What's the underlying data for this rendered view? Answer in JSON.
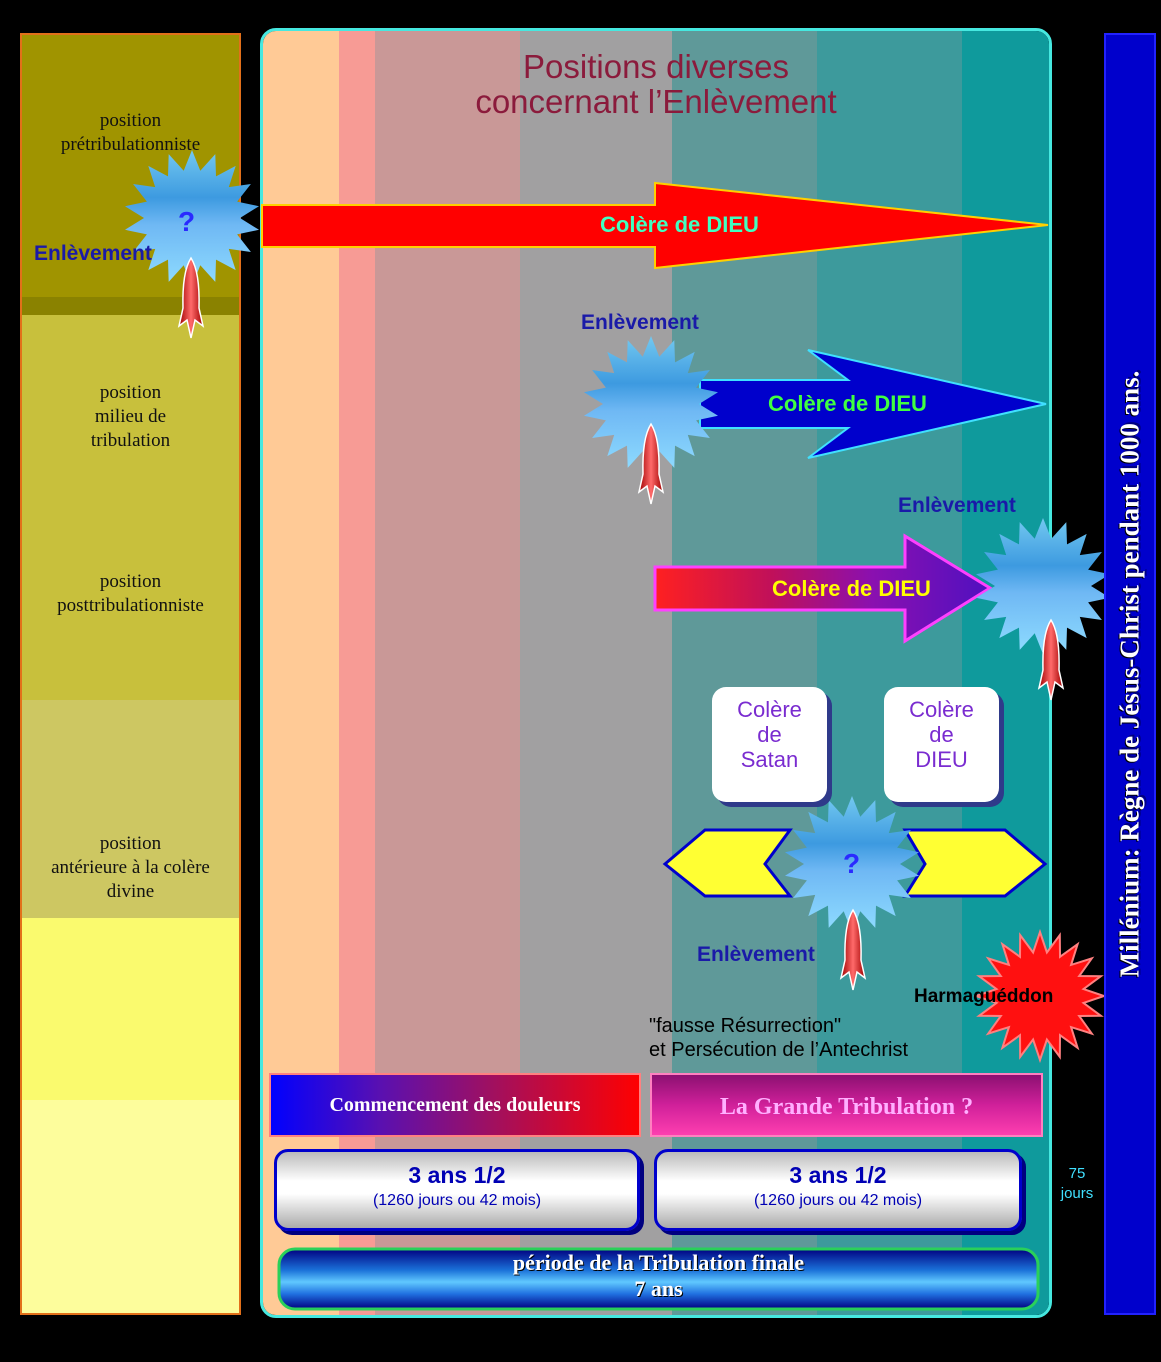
{
  "title": {
    "line1": "Positions diverses",
    "line2": "concernant l’Enlèvement"
  },
  "positions": [
    {
      "lines": [
        "position",
        "prétribulationniste"
      ]
    },
    {
      "lines": [
        "position",
        "milieu de",
        "tribulation"
      ]
    },
    {
      "lines": [
        "position",
        "posttribulationniste"
      ]
    },
    {
      "lines": [
        "position",
        "antérieure à la colère",
        "divine"
      ]
    }
  ],
  "rapture_label": "Enlèvement",
  "question_mark": "?",
  "wrath_of_god": "Colère de DIEU",
  "box_satan": {
    "lines": [
      "Colère",
      "de",
      "Satan"
    ]
  },
  "box_god": {
    "lines": [
      "Colère",
      "de",
      "DIEU"
    ]
  },
  "armageddon": "Harmaguéddon",
  "false_resurrection": {
    "line1": "\"fausse Résurrection\"",
    "line2": "et Persécution de l’Antechrist"
  },
  "beginning_of_sorrows": "Commencement des douleurs",
  "great_tribulation": "La Grande Tribulation ?",
  "half_period": {
    "title": "3 ans 1/2",
    "sub": "(1260 jours ou 42 mois)"
  },
  "days75": {
    "line1": "75",
    "line2": "jours"
  },
  "final_tribulation": {
    "line1": "période de la Tribulation finale",
    "line2": "7 ans"
  },
  "millennium": "Millénium: Règne de Jésus-Christ pendant 1000 ans.",
  "colors": {
    "red_arrow": "#ff0000",
    "blue_arrow": "#0000cc",
    "title": "#8b1b3c",
    "label_blue": "#1a1aa8",
    "banner": "#0000cc"
  }
}
